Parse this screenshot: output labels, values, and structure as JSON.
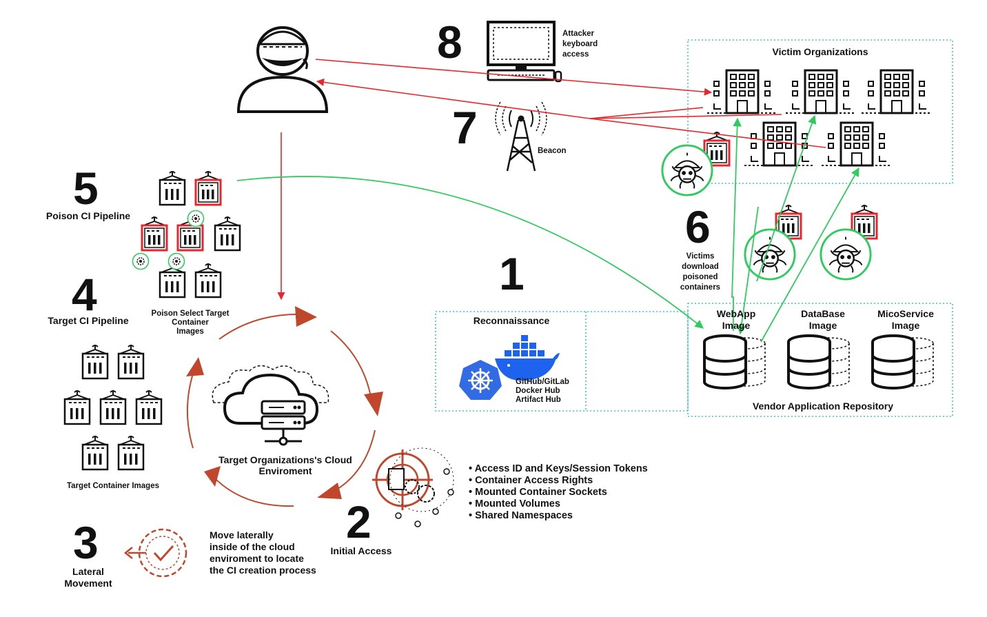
{
  "steps": {
    "s1": {
      "num": "1"
    },
    "s1_label": "Reconnaissance",
    "s2": {
      "num": "2",
      "label": "Initial Access"
    },
    "s3": {
      "num": "3",
      "label_line1": "Lateral",
      "label_line2": "Movement",
      "desc": [
        "Move laterally",
        "inside of the cloud",
        "enviroment to locate",
        "the CI creation process"
      ]
    },
    "s4": {
      "num": "4",
      "label": "Target CI Pipeline"
    },
    "s5": {
      "num": "5",
      "label": "Poison CI Pipeline"
    },
    "s6": {
      "num": "6",
      "label": [
        "Victims",
        "download",
        "poisoned",
        "containers"
      ]
    },
    "s7": {
      "num": "7",
      "label": "Beacon"
    },
    "s8": {
      "num": "8",
      "label": [
        "Attacker",
        "keyboard",
        "access"
      ]
    }
  },
  "poison_caption": [
    "Poison Select Target",
    "Container",
    "Images"
  ],
  "target_images_caption": "Target Container Images",
  "cloud_caption": [
    "Target Organizations's Cloud",
    "Enviroment"
  ],
  "victim_orgs_title": "Victim Organizations",
  "vendor_repo_title": "Vendor Application Repository",
  "repo_images": [
    {
      "line1": "WebApp",
      "line2": "Image"
    },
    {
      "line1": "DataBase",
      "line2": "Image"
    },
    {
      "line1": "MicoService",
      "line2": "Image"
    }
  ],
  "recon_sources": [
    "GitHub/GitLab",
    "Docker Hub",
    "Artifact Hub"
  ],
  "access_items": [
    "Access ID and Keys/Session Tokens",
    "Container Access Rights",
    "Mounted Container Sockets",
    "Mounted Volumes",
    "Shared Namespaces"
  ],
  "colors": {
    "attack_red": "#e8262e",
    "victim_green": "#2ecc5e",
    "cycle_rust": "#c0472c",
    "dotted_teal": "#3ec6d6"
  }
}
